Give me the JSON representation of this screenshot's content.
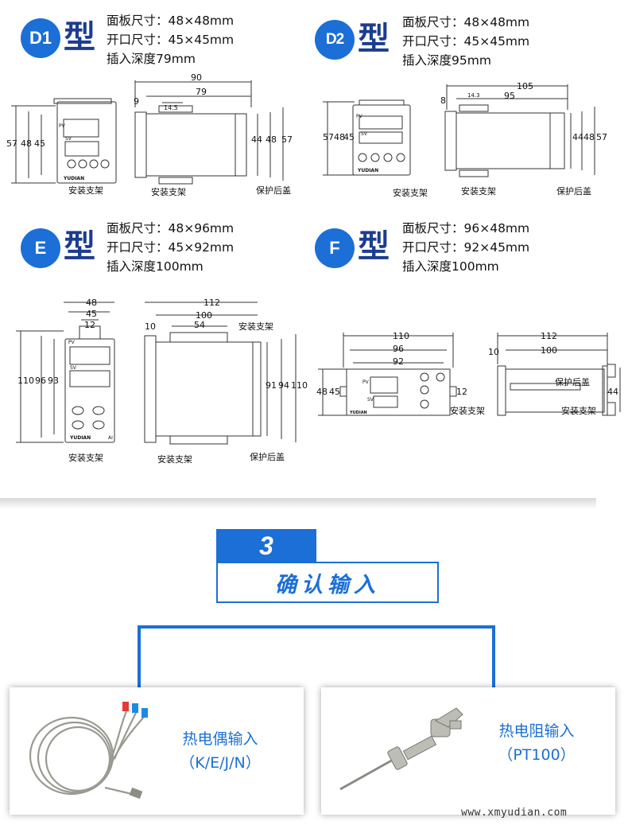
{
  "models": {
    "d1": {
      "badge": "D1",
      "suffix": "型",
      "specs": [
        "面板尺寸：48×48mm",
        "开口尺寸：45×45mm",
        "插入深度79mm"
      ],
      "front_dims": [
        "57",
        "48",
        "45"
      ],
      "side_dims": {
        "total": "90",
        "body": "79",
        "bezel": "9",
        "bracket": "14.5",
        "h1": "44",
        "h2": "48",
        "h3": "57"
      },
      "callouts": {
        "bracket1": "安装支架",
        "bracket2": "安装支架",
        "cover": "保护后盖"
      },
      "panel": {
        "pv": "PV",
        "sv": "SV",
        "brand": "YUDIAN"
      }
    },
    "d2": {
      "badge": "D2",
      "suffix": "型",
      "specs": [
        "面板尺寸：48×48mm",
        "开口尺寸：45×45mm",
        "插入深度95mm"
      ],
      "front_dims": [
        "57",
        "48",
        "45"
      ],
      "side_dims": {
        "total": "105",
        "body": "95",
        "bezel": "8",
        "bracket": "14.3",
        "h1": "44",
        "h2": "48",
        "h3": "57"
      },
      "callouts": {
        "bracket1": "安装支架",
        "bracket2": "安装支架",
        "cover": "保护后盖"
      },
      "panel": {
        "pv": "PV",
        "sv": "SV",
        "brand": "YUDIAN"
      }
    },
    "e": {
      "badge": "E",
      "suffix": "型",
      "specs": [
        "面板尺寸：48×96mm",
        "开口尺寸：45×92mm",
        "插入深度100mm"
      ],
      "front_dims": {
        "w1": "48",
        "w2": "45",
        "w3": "12",
        "h1": "110",
        "h2": "96",
        "h3": "93"
      },
      "side_dims": {
        "total": "112",
        "body": "100",
        "bezel": "10",
        "bracket": "54",
        "h1": "91",
        "h2": "94",
        "h3": "110"
      },
      "callouts": {
        "bracket1": "安装支架",
        "bracket2": "安装支架",
        "bracket3": "安装支架",
        "cover": "保护后盖"
      },
      "panel": {
        "pv": "PV",
        "sv": "SV",
        "brand": "YUDIAN",
        "model": "AI"
      }
    },
    "f": {
      "badge": "F",
      "suffix": "型",
      "specs": [
        "面板尺寸：96×48mm",
        "开口尺寸：92×45mm",
        "插入深度100mm"
      ],
      "front_dims": {
        "w1": "110",
        "w2": "96",
        "w3": "92",
        "h1": "48",
        "h2": "45",
        "side": "12"
      },
      "side_dims": {
        "total": "112",
        "body": "100",
        "bezel": "10",
        "h": "44"
      },
      "callouts": {
        "bracket1": "安装支架",
        "bracket2": "安装支架",
        "cover": "保护后盖"
      },
      "panel": {
        "pv": "PV",
        "sv": "SV",
        "brand": "YUDIAN"
      }
    }
  },
  "step": {
    "number": "3",
    "title": "确认输入"
  },
  "inputs": [
    {
      "line1": "热电偶输入",
      "line2": "（K/E/J/N）"
    },
    {
      "line1": "热电阻输入",
      "line2": "（PT100）"
    }
  ],
  "website": "www.xmyudian.com",
  "colors": {
    "accent": "#1b6fd6",
    "type_text": "#1b3d8f"
  }
}
